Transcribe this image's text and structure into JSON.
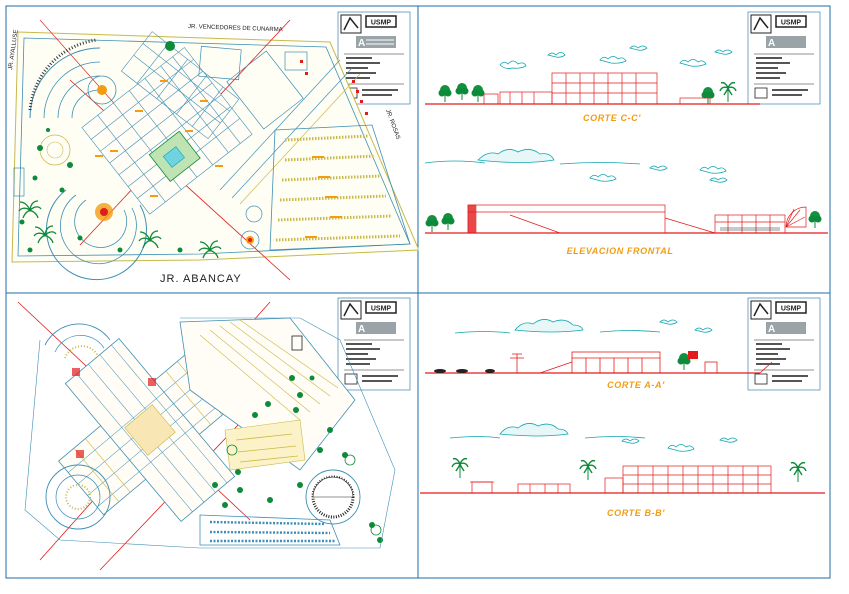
{
  "streets": {
    "top": "JR. VENCEDORES DE CUNARMA",
    "left": "JR. AYALLUSE",
    "right": "JR. ROSAS",
    "bottom": "JR. ABANCAY"
  },
  "sections": {
    "cc": "CORTE C-C'",
    "frontal": "ELEVACION FRONTAL",
    "aa": "CORTE A-A'",
    "bb": "CORTE B-B'"
  },
  "title_block": {
    "logo_text": "USMP"
  },
  "colors": {
    "frame": "#1c6ea4",
    "building": "#e31b1b",
    "vegetation": "#0d8a3a",
    "cloud": "#11a6b0",
    "path": "#3e8fb5",
    "title_text": "#f39c12"
  }
}
